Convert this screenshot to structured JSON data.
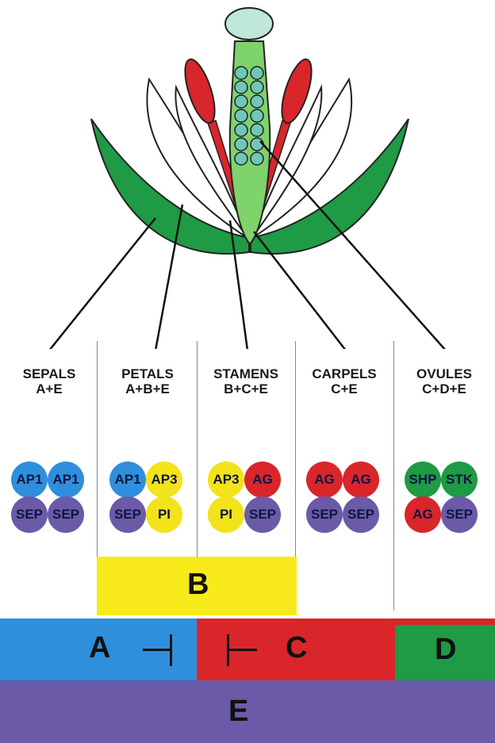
{
  "organs": [
    {
      "name": "SEPALS",
      "formula": "A+E",
      "proteins": [
        {
          "label": "AP1",
          "color": "#2f8fdc"
        },
        {
          "label": "AP1",
          "color": "#2f8fdc"
        },
        {
          "label": "SEP",
          "color": "#6a5aa8"
        },
        {
          "label": "SEP",
          "color": "#6a5aa8"
        }
      ]
    },
    {
      "name": "PETALS",
      "formula": "A+B+E",
      "proteins": [
        {
          "label": "AP1",
          "color": "#2f8fdc"
        },
        {
          "label": "AP3",
          "color": "#f2e31b"
        },
        {
          "label": "SEP",
          "color": "#6a5aa8"
        },
        {
          "label": "PI",
          "color": "#f2e31b"
        }
      ]
    },
    {
      "name": "STAMENS",
      "formula": "B+C+E",
      "proteins": [
        {
          "label": "AP3",
          "color": "#f2e31b"
        },
        {
          "label": "AG",
          "color": "#d8262b"
        },
        {
          "label": "PI",
          "color": "#f2e31b"
        },
        {
          "label": "SEP",
          "color": "#6a5aa8"
        }
      ]
    },
    {
      "name": "CARPELS",
      "formula": "C+E",
      "proteins": [
        {
          "label": "AG",
          "color": "#d8262b"
        },
        {
          "label": "AG",
          "color": "#d8262b"
        },
        {
          "label": "SEP",
          "color": "#6a5aa8"
        },
        {
          "label": "SEP",
          "color": "#6a5aa8"
        }
      ]
    },
    {
      "name": "OVULES",
      "formula": "C+D+E",
      "proteins": [
        {
          "label": "SHP",
          "color": "#1f9a45"
        },
        {
          "label": "STK",
          "color": "#1f9a45"
        },
        {
          "label": "AG",
          "color": "#d8262b"
        },
        {
          "label": "SEP",
          "color": "#6a5aa8"
        }
      ]
    }
  ],
  "bands": {
    "B": {
      "label": "B",
      "color": "#f8ea1a"
    },
    "A": {
      "label": "A",
      "color": "#2f8fdc"
    },
    "C": {
      "label": "C",
      "color": "#d8262b"
    },
    "D": {
      "label": "D",
      "color": "#1f9a45"
    },
    "E": {
      "label": "E",
      "color": "#6a5aa8"
    }
  },
  "colors": {
    "sepal_green": "#1f9a45",
    "stamen_red": "#d8262b",
    "carpel_light_green": "#7fd36b",
    "stigma": "#bfe8d9",
    "ovule": "#6fc7b9"
  }
}
